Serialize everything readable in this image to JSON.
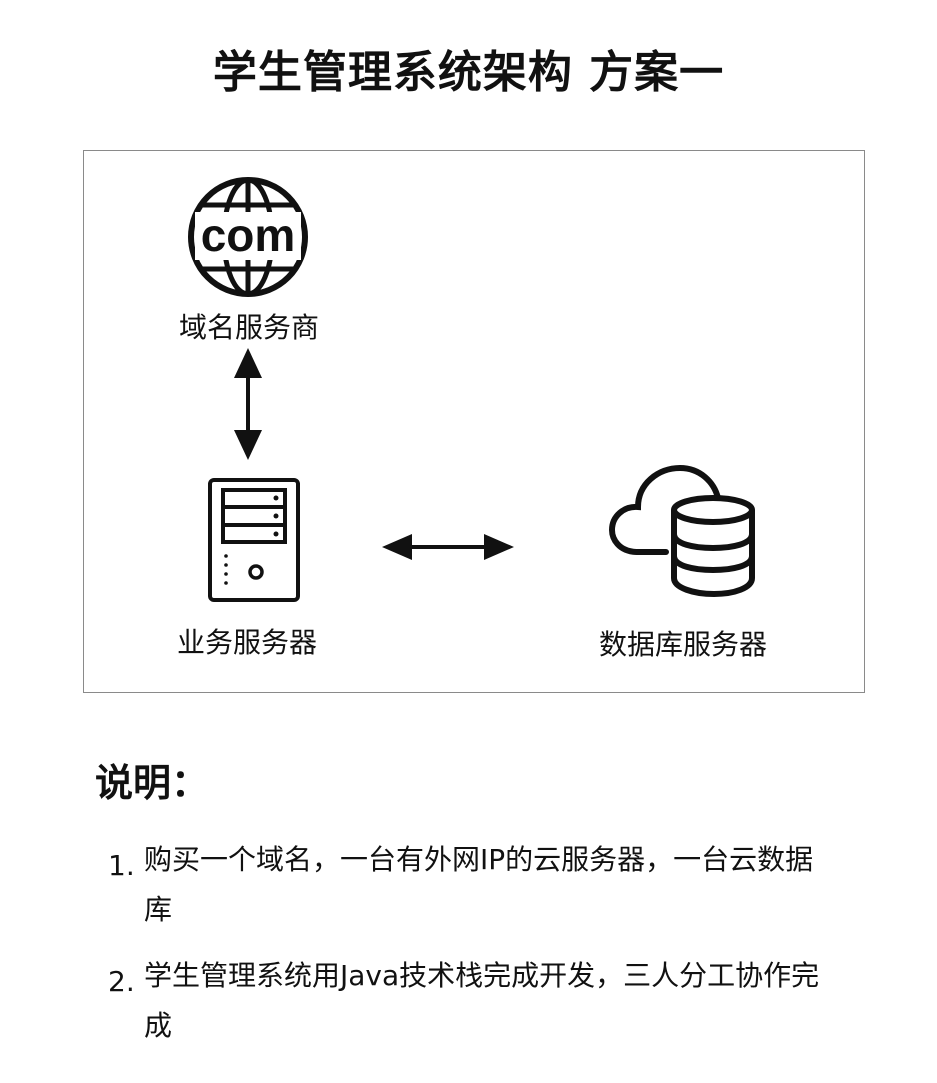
{
  "title": "学生管理系统架构 方案一",
  "nodes": {
    "domain": {
      "label": "域名服务商",
      "icon": "globe-com-icon",
      "icon_text": "com"
    },
    "app": {
      "label": "业务服务器",
      "icon": "server-tower-icon"
    },
    "db": {
      "label": "数据库服务器",
      "icon": "cloud-database-icon"
    }
  },
  "edges": [
    {
      "from": "domain",
      "to": "app",
      "direction": "bidirectional"
    },
    {
      "from": "app",
      "to": "db",
      "direction": "bidirectional"
    }
  ],
  "notes": {
    "title": "说明：",
    "items": [
      {
        "num": "1.",
        "text": "购买一个域名，一台有外网IP的云服务器，一台云数据库"
      },
      {
        "num": "2.",
        "text": "学生管理系统用Java技术栈完成开发，三人分工协作完成"
      }
    ]
  }
}
